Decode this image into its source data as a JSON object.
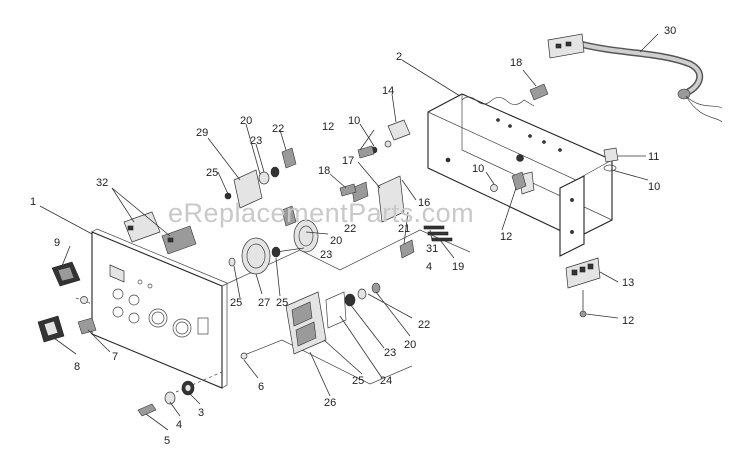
{
  "watermark": "eReplacementParts.com",
  "callouts": [
    {
      "id": "c1",
      "text": "1"
    },
    {
      "id": "c2",
      "text": "2"
    },
    {
      "id": "c3",
      "text": "3"
    },
    {
      "id": "c4a",
      "text": "4"
    },
    {
      "id": "c4b",
      "text": "4"
    },
    {
      "id": "c5",
      "text": "5"
    },
    {
      "id": "c6",
      "text": "6"
    },
    {
      "id": "c7",
      "text": "7"
    },
    {
      "id": "c8",
      "text": "8"
    },
    {
      "id": "c9",
      "text": "9"
    },
    {
      "id": "c10a",
      "text": "10"
    },
    {
      "id": "c10b",
      "text": "10"
    },
    {
      "id": "c10c",
      "text": "10"
    },
    {
      "id": "c11",
      "text": "11"
    },
    {
      "id": "c12a",
      "text": "12"
    },
    {
      "id": "c12b",
      "text": "12"
    },
    {
      "id": "c12c",
      "text": "12"
    },
    {
      "id": "c13",
      "text": "13"
    },
    {
      "id": "c14",
      "text": "14"
    },
    {
      "id": "c16",
      "text": "16"
    },
    {
      "id": "c17",
      "text": "17"
    },
    {
      "id": "c18a",
      "text": "18"
    },
    {
      "id": "c18b",
      "text": "18"
    },
    {
      "id": "c19",
      "text": "19"
    },
    {
      "id": "c20a",
      "text": "20"
    },
    {
      "id": "c20b",
      "text": "20"
    },
    {
      "id": "c20c",
      "text": "20"
    },
    {
      "id": "c21",
      "text": "21"
    },
    {
      "id": "c22a",
      "text": "22"
    },
    {
      "id": "c22b",
      "text": "22"
    },
    {
      "id": "c22c",
      "text": "22"
    },
    {
      "id": "c23a",
      "text": "23"
    },
    {
      "id": "c23b",
      "text": "23"
    },
    {
      "id": "c23c",
      "text": "23"
    },
    {
      "id": "c24",
      "text": "24"
    },
    {
      "id": "c25a",
      "text": "25"
    },
    {
      "id": "c25b",
      "text": "25"
    },
    {
      "id": "c25c",
      "text": "25"
    },
    {
      "id": "c25d",
      "text": "25"
    },
    {
      "id": "c26",
      "text": "26"
    },
    {
      "id": "c27",
      "text": "27"
    },
    {
      "id": "c29",
      "text": "29"
    },
    {
      "id": "c30",
      "text": "30"
    },
    {
      "id": "c31",
      "text": "31"
    },
    {
      "id": "c32",
      "text": "32"
    }
  ]
}
